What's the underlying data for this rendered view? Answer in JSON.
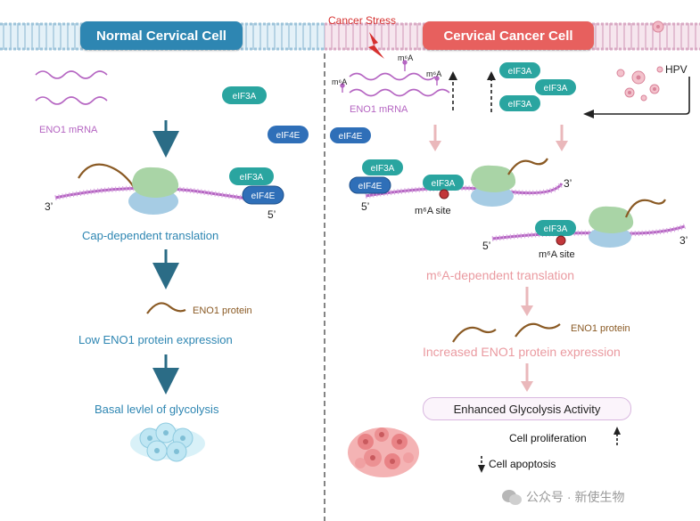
{
  "left": {
    "title": "Normal Cervical Cell",
    "mrna_label": "ENO1 mRNA",
    "eif3a": "eIF3A",
    "eif4e": "eIF4E",
    "end3": "3’",
    "end5": "5’",
    "step1": "Cap-dependent translation",
    "protein_label": "ENO1 protein",
    "step2": "Low ENO1 protein expression",
    "step3": "Basal levlel of glycolysis"
  },
  "right": {
    "title": "Cervical Cancer Cell",
    "stress": "Cancer Stress",
    "hpv": "HPV",
    "mrna_label": "ENO1 mRNA",
    "m6a": "m⁶A",
    "eif3a": "eIF3A",
    "eif4e": "eIF4E",
    "end3": "3’",
    "end5": "5’",
    "m6a_site": "m⁶A site",
    "step1": "m⁶A-dependent translation",
    "protein_label": "ENO1 protein",
    "step2": "Increased ENO1 protein expression",
    "step3": "Enhanced Glycolysis Activity",
    "proliferation": "Cell proliferation",
    "apoptosis": "Cell apoptosis"
  },
  "watermark": "公众号 · 新使生物",
  "colors": {
    "membrane_left": "#cfe6f2",
    "membrane_right": "#eed7e4",
    "teal": "#2e86b2",
    "coral": "#e7605e",
    "eif3a": "#2aa5a0",
    "eif4e": "#2f6fb8",
    "mrna": "#b565c2",
    "protein": "#8a5a24",
    "ribosome_large": "#a9d4a6",
    "ribosome_small": "#a6cce4",
    "arrow_left": "#2b6c86",
    "arrow_right": "#eab8bb"
  }
}
